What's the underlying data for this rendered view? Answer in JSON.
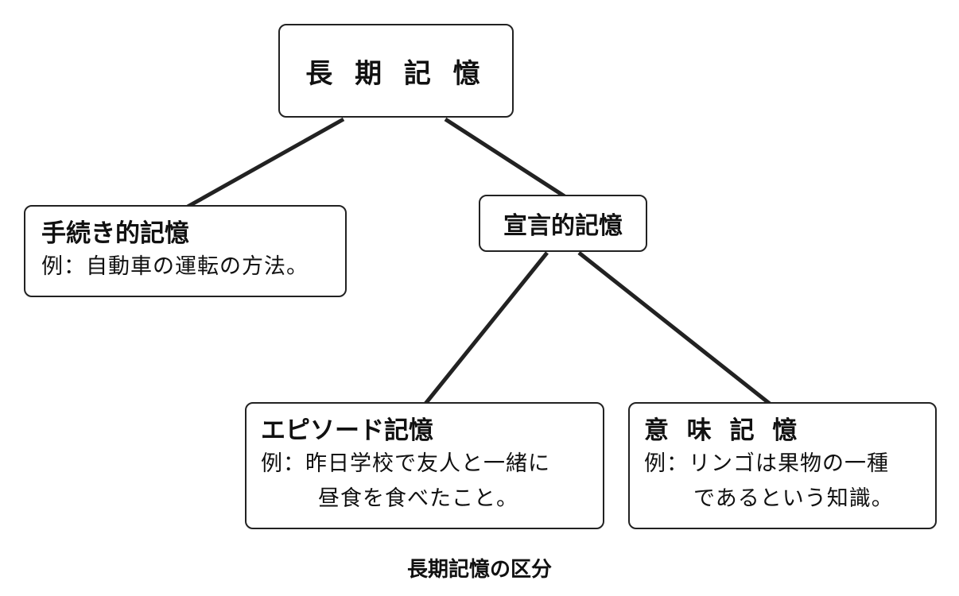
{
  "root": {
    "title": "長 期 記 憶"
  },
  "procedural": {
    "title": "手続き的記憶",
    "example": "例：自動車の運転の方法。"
  },
  "declarative": {
    "title": "宣言的記憶"
  },
  "episodic": {
    "title": "エピソード記憶",
    "example_line1": "例：昨日学校で友人と一緒に",
    "example_line2": "昼食を食べたこと。"
  },
  "semantic": {
    "title": "意 味 記 憶",
    "example_line1": "例：リンゴは果物の一種",
    "example_line2": "であるという知識。"
  },
  "caption": "長期記憶の区分",
  "colors": {
    "line": "#222222",
    "background": "#ffffff"
  }
}
